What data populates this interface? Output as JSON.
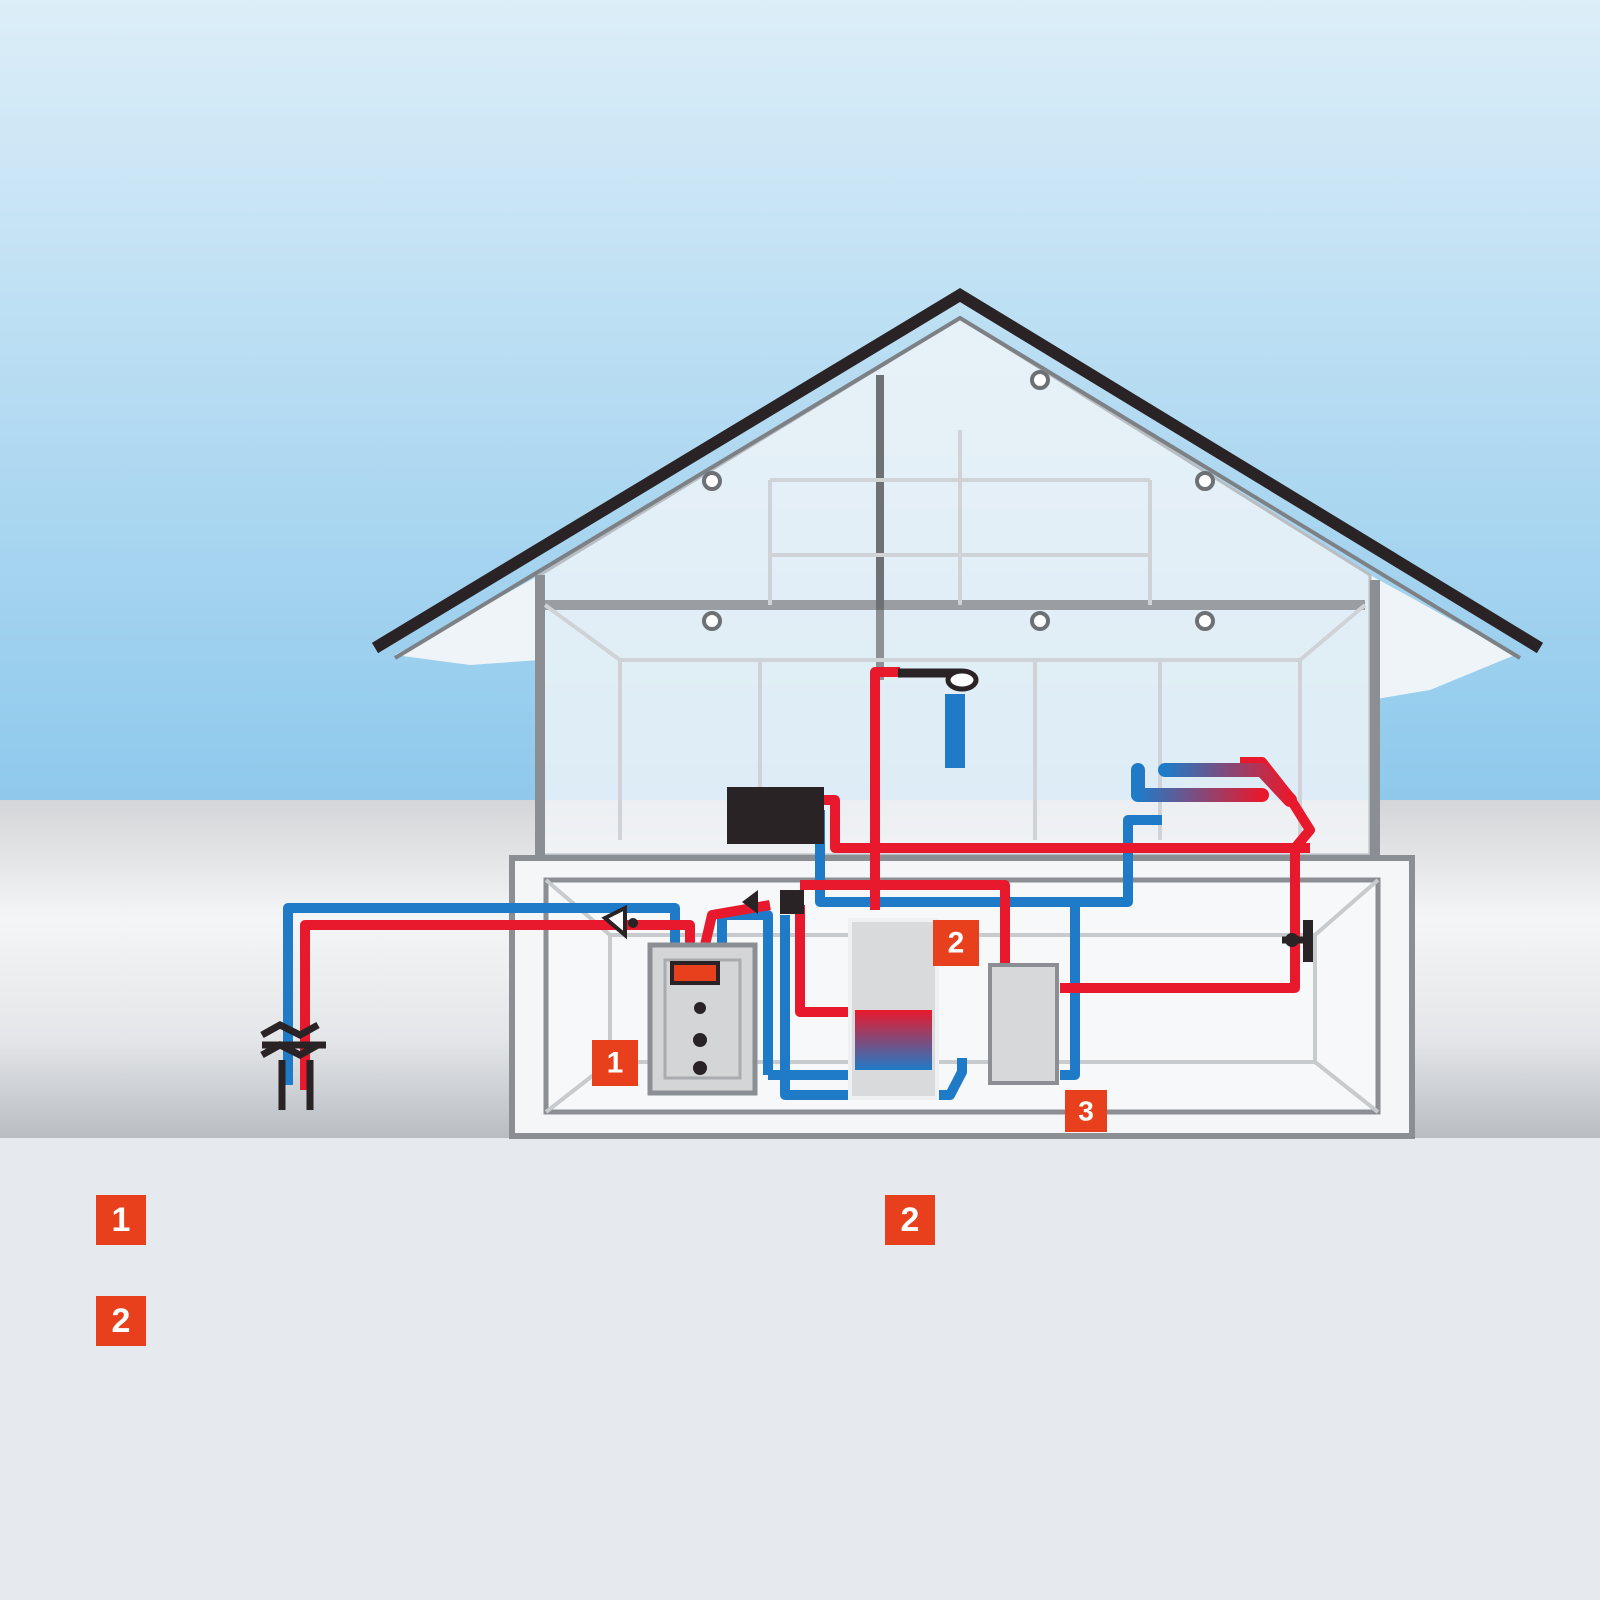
{
  "colors": {
    "sky_top": "#dceef8",
    "sky_bottom": "#8ec9ec",
    "ground": "#e6eaee",
    "pipe_hot": "#e8192c",
    "pipe_cold": "#1f7bc8",
    "badge": "#e8401c",
    "outline": "#2a2326"
  },
  "icons": {
    "house": "house-cutaway-icon",
    "boiler": "boiler-unit-icon",
    "tank": "hot-water-storage-tank-icon",
    "expansion": "expansion-vessel-icon",
    "radiator": "radiator-icon",
    "shower": "shower-head-icon",
    "panel": "control-panel-icon",
    "valve": "valve-icon",
    "pump": "pump-icon"
  },
  "diagram_badges": {
    "boiler": "1",
    "tank": "2",
    "basement": "3"
  },
  "legend": {
    "item_1": "1",
    "item_2a": "2",
    "item_2b": "2"
  }
}
